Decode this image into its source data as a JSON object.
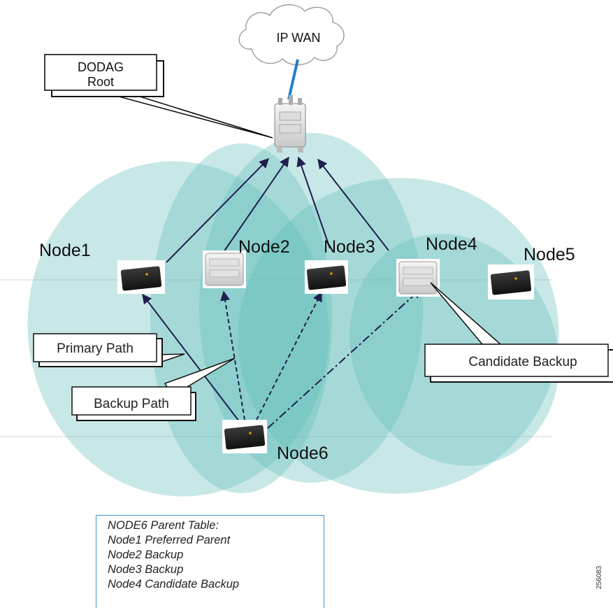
{
  "cloud": {
    "label": "IP WAN",
    "icon": "cloud-icon"
  },
  "root": {
    "label_line1": "DODAG",
    "label_line2": "Root",
    "icon": "router-icon"
  },
  "nodes": [
    {
      "id": "node1",
      "label": "Node1",
      "icon": "router-black-icon"
    },
    {
      "id": "node2",
      "label": "Node2",
      "icon": "router-white-icon"
    },
    {
      "id": "node3",
      "label": "Node3",
      "icon": "router-black-icon"
    },
    {
      "id": "node4",
      "label": "Node4",
      "icon": "router-white-icon"
    },
    {
      "id": "node5",
      "label": "Node5",
      "icon": "router-black-icon"
    },
    {
      "id": "node6",
      "label": "Node6",
      "icon": "router-black-icon"
    }
  ],
  "callouts": {
    "primary_path": "Primary Path",
    "backup_path": "Backup Path",
    "candidate_backup": "Candidate Backup"
  },
  "parent_table": {
    "lines": [
      "NODE6 Parent Table:",
      "Node1 Preferred Parent",
      "Node2 Backup",
      "Node3 Backup",
      "Node4 Candidate Backup"
    ]
  },
  "figure_id": "256083",
  "colors": {
    "coverage": "#5fbdb8",
    "arrow": "#1f1f4e",
    "wan_link": "#1e7fd0",
    "table_border": "#4a90c8"
  }
}
